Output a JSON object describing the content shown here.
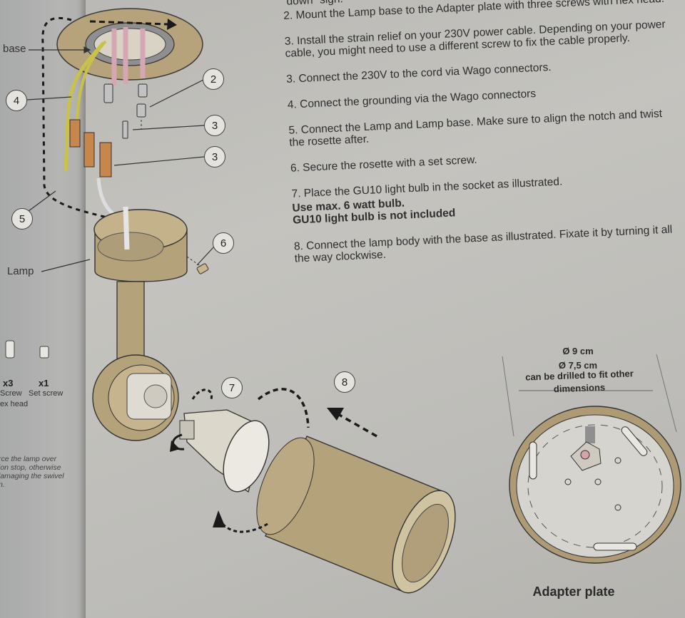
{
  "instructions": {
    "step_down_tail": "“down” sign.",
    "step_2": "2. Mount the Lamp base to the Adapter plate with three screws with hex head.",
    "step_3a": "3. Install the strain relief on your 230V power cable. Depending on your power cable, you might need to use a different screw to fix the cable properly.",
    "step_3b": "3. Connect the 230V to the cord via Wago connectors.",
    "step_4": "4. Connect the grounding via the Wago connectors",
    "step_5": "5. Connect the Lamp and Lamp base. Make sure to align the notch and twist the rosette after.",
    "step_6": "6. Secure the rosette with a set screw.",
    "step_7": "7. Place the GU10 light bulb in the socket as illustrated.",
    "step_7_bold_1": "Use max. 6 watt bulb.",
    "step_7_bold_2": "GU10 light bulb is not included",
    "step_8": "8. Connect the lamp body with the base as illustrated. Fixate it by turning it all the way clockwise."
  },
  "diagram": {
    "label_base": "base",
    "label_lamp": "Lamp",
    "callouts": [
      "2",
      "3",
      "3",
      "4",
      "5",
      "6",
      "7",
      "8"
    ]
  },
  "parts": {
    "screw_qty": "x3",
    "setscrew_qty": "x1",
    "screw_label_1": "Screw",
    "screw_label_2": "ex head",
    "setscrew_label": "Set screw"
  },
  "warning_text": [
    "rce the lamp over",
    "ion stop, otherwise",
    "lamaging the swivel",
    "n."
  ],
  "adapter_plate": {
    "dia_outer": "Ø 9 cm",
    "dia_inner": "Ø 7,5 cm",
    "drill_note_1": "can be drilled to fit other",
    "drill_note_2": "dimensions",
    "title": "Adapter plate"
  },
  "colors": {
    "paper": "#c2c1bc",
    "metal_gold": "#b9a77f",
    "text": "#2e2e2e"
  }
}
